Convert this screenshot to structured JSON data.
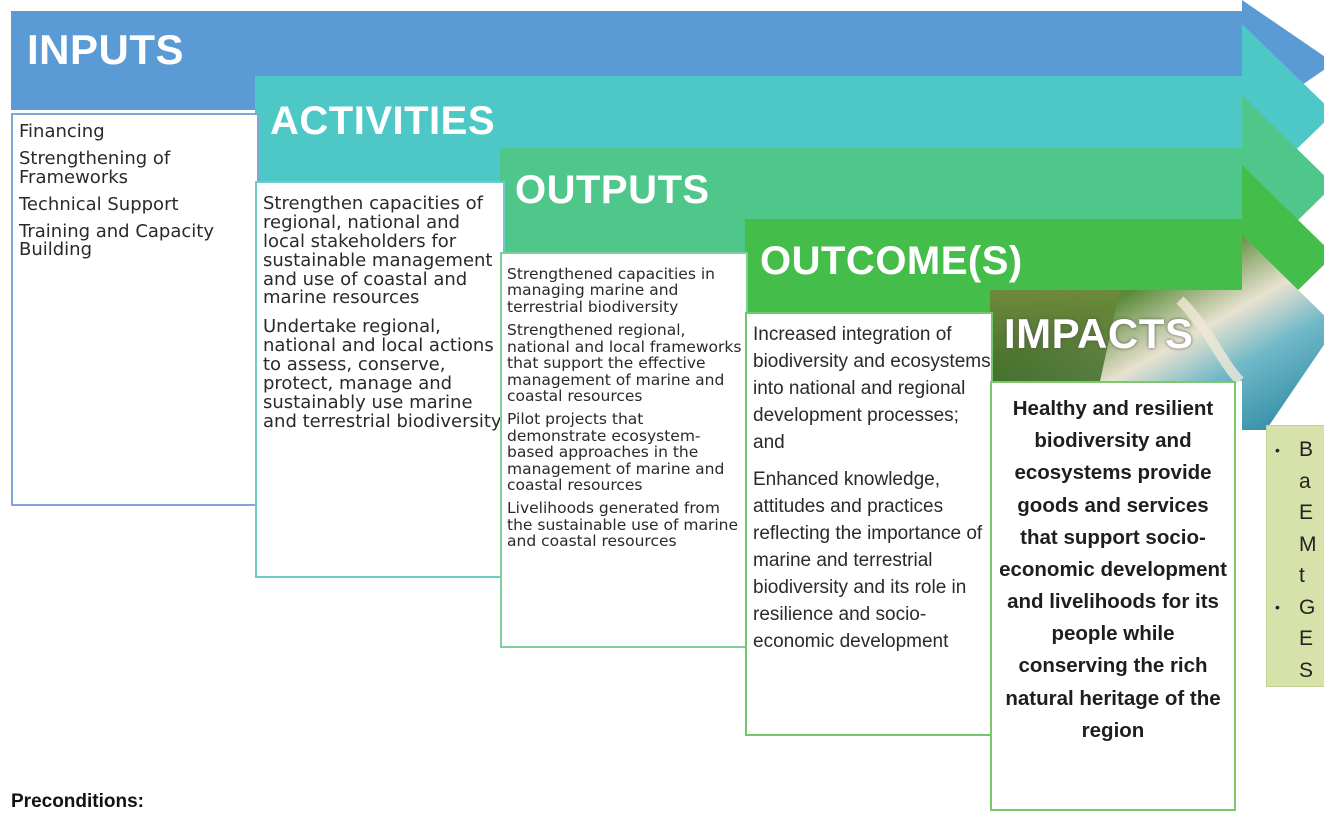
{
  "colors": {
    "inputs": "#5b9bd5",
    "activities": "#4ec7c7",
    "outputs": "#4fc78a",
    "outcome": "#45bd4a",
    "impacts_border": "#7bc96a",
    "side_note": "#d6e2a9"
  },
  "stages": {
    "inputs": {
      "title": "INPUTS",
      "items": [
        "Financing",
        "Strengthening of\nFrameworks",
        "Technical Support",
        "Training and Capacity\nBuilding"
      ]
    },
    "activities": {
      "title": "ACTIVITIES",
      "items": [
        "Strengthen capacities of regional, national and local stakeholders for sustainable management and use of coastal and marine resources",
        "Undertake regional, national and local actions to assess, conserve, protect, manage and sustainably use marine and terrestrial biodiversity"
      ]
    },
    "outputs": {
      "title": "OUTPUTS",
      "items": [
        "Strengthened capacities in managing marine and terrestrial biodiversity",
        "Strengthened regional, national and local frameworks that support the effective management of marine and coastal resources",
        "Pilot projects that demonstrate ecosystem-based approaches in the management of marine and coastal resources",
        "Livelihoods generated from the sustainable use of marine and coastal resources"
      ]
    },
    "outcome": {
      "title": "OUTCOME(S)",
      "items": [
        "Increased integration of biodiversity and ecosystems into national and regional development processes; and",
        "Enhanced knowledge, attitudes and practices reflecting the importance of marine and terrestrial biodiversity and its role in resilience and socio-economic development"
      ]
    },
    "impacts": {
      "title": "IMPACTS",
      "text": "Healthy and resilient biodiversity and ecosystems provide goods and services that support socio-economic development and livelihoods for its people while conserving the rich natural heritage of the region"
    }
  },
  "side_note": {
    "lines": [
      "B",
      "a",
      "E",
      "M",
      "t",
      "G",
      "E",
      "S"
    ]
  },
  "preconditions_label": "Preconditions:"
}
